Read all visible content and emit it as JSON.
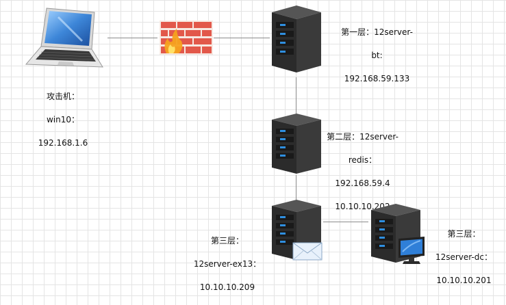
{
  "nodes": {
    "attacker": {
      "lines": [
        "攻击机：",
        "win10：",
        "192.168.1.6"
      ]
    },
    "layer1": {
      "lines": [
        "第一层：12server-",
        "bt:",
        "192.168.59.133"
      ]
    },
    "layer2": {
      "lines": [
        "第二层：12server-",
        "redis：",
        "192.168.59.4",
        "10.10.10.202"
      ]
    },
    "layer3a": {
      "lines": [
        "第三层：",
        "12server-ex13：",
        "10.10.10.209"
      ]
    },
    "layer3b": {
      "lines": [
        "第三层：",
        "12server-dc：",
        "10.10.10.201"
      ]
    }
  },
  "colors": {
    "server_body": "#2b2b2b",
    "server_led": "#2f8fe0",
    "firewall_brick": "#e2584a",
    "line": "#8a8a8a"
  },
  "icons": [
    "laptop-icon",
    "firewall-icon",
    "server-icon",
    "mail-icon",
    "monitor-icon"
  ]
}
